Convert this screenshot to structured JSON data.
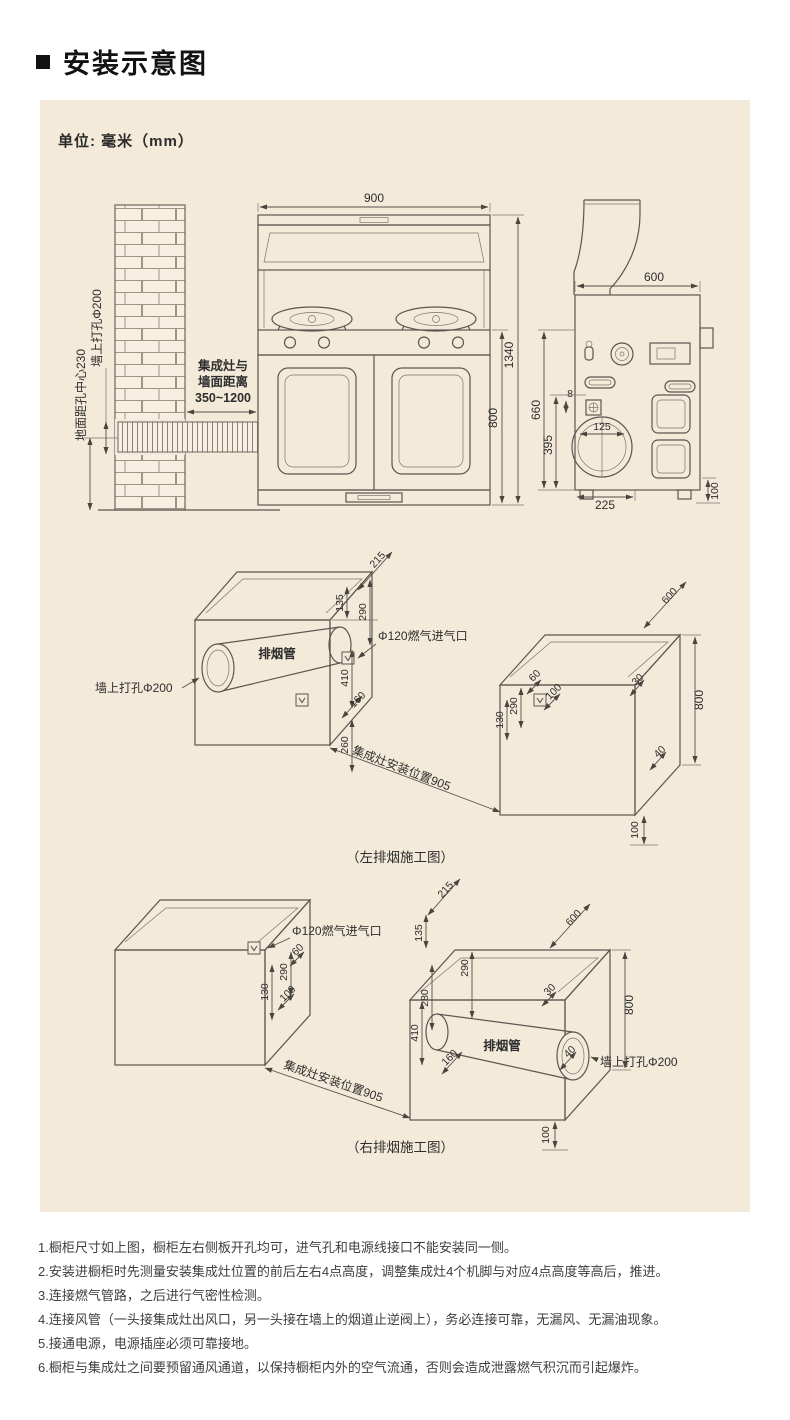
{
  "page": {
    "title": "安装示意图",
    "unit_label": "单位: 毫米（mm）"
  },
  "front_view": {
    "width": "900",
    "height_total": "1340",
    "height_body": "800",
    "wall_dim_floor": "地面距孔中心230",
    "wall_dim_hole": "墙上打孔Φ200",
    "gap_line1": "集成灶与",
    "gap_line2": "墙面距离",
    "gap_line3": "350~1200"
  },
  "side_view": {
    "depth": "600",
    "inlet_offset": "8",
    "h660": "660",
    "h395": "395",
    "fan_dia": "125",
    "w225": "225",
    "h100": "100"
  },
  "left_diagram": {
    "caption": "（左排烟施工图）",
    "pipe_label": "排烟管",
    "wall_hole_label": "墙上打孔Φ200",
    "inlet_label": "Φ120燃气进气口",
    "position_label": "集成灶安装位置905",
    "d215": "215",
    "d135": "135",
    "d290": "290",
    "d410": "410",
    "d160": "160",
    "d260": "260",
    "d130": "130",
    "d290b": "290",
    "d60": "60",
    "d100": "100",
    "d600": "600",
    "d800": "800",
    "d30": "30",
    "d40": "40",
    "d100b": "100"
  },
  "right_diagram": {
    "caption": "（右排烟施工图）",
    "pipe_label": "排烟管",
    "wall_hole_label": "墙上打孔Φ200",
    "inlet_label": "Φ120燃气进气口",
    "position_label": "集成灶安装位置905",
    "d215": "215",
    "d135": "135",
    "d290": "290",
    "d280": "280",
    "d410": "410",
    "d160": "160",
    "d130": "130",
    "d290b": "290",
    "d60": "60",
    "d100": "100",
    "d600": "600",
    "d800": "800",
    "d30": "30",
    "d40": "40",
    "d100b": "100"
  },
  "notes": [
    "1.橱柜尺寸如上图，橱柜左右侧板开孔均可，进气孔和电源线接口不能安装同一侧。",
    "2.安装进橱柜时先测量安装集成灶位置的前后左右4点高度，调整集成灶4个机脚与对应4点高度等高后，推进。",
    "3.连接燃气管路，之后进行气密性检测。",
    "4.连接风管（一头接集成灶出风口，另一头接在墙上的烟道止逆阀上），务必连接可靠，无漏风、无漏油现象。",
    "5.接通电源，电源插座必须可靠接地。",
    "6.橱柜与集成灶之间要预留通风通道，以保持橱柜内外的空气流通，否则会造成泄露燃气积沉而引起爆炸。"
  ]
}
